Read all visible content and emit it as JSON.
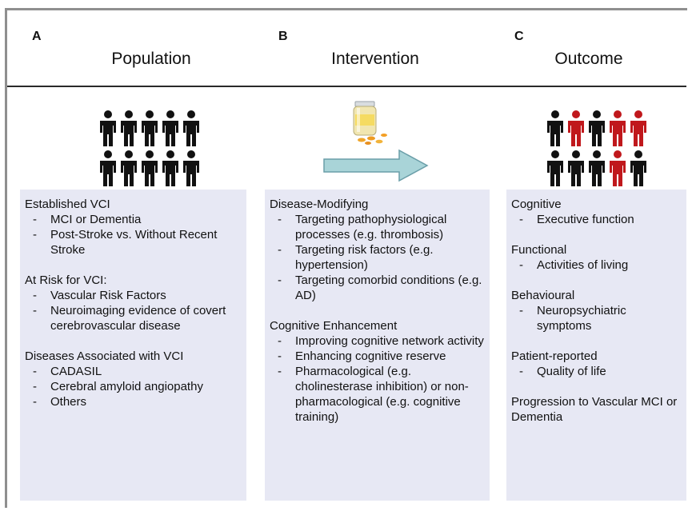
{
  "colors": {
    "person_default": "#111111",
    "person_highlight": "#c0181c",
    "arrow_fill": "#a9d4d8",
    "arrow_stroke": "#6a9ea8",
    "panel_bg": "#e7e8f4"
  },
  "icons": {
    "population": "people-group-icon",
    "intervention_pill": "pill-bottle-icon",
    "intervention_arrow": "right-arrow-icon",
    "outcome": "people-group-icon"
  },
  "columns": [
    {
      "letter": "A",
      "title": "Population",
      "people_highlight": [
        false,
        false,
        false,
        false,
        false,
        false,
        false,
        false,
        false,
        false
      ],
      "blocks": [
        {
          "heading": "Established VCI",
          "items": [
            "MCI or Dementia",
            "Post-Stroke vs. Without Recent Stroke"
          ]
        },
        {
          "heading": "At Risk for VCI:",
          "items": [
            "Vascular Risk Factors",
            "Neuroimaging evidence of covert cerebrovascular disease"
          ]
        },
        {
          "heading": "Diseases Associated with VCI",
          "items": [
            "CADASIL",
            "Cerebral amyloid angiopathy",
            "Others"
          ]
        }
      ]
    },
    {
      "letter": "B",
      "title": "Intervention",
      "blocks": [
        {
          "heading": "Disease-Modifying",
          "items": [
            "Targeting pathophysiological processes (e.g. thrombosis)",
            "Targeting risk factors (e.g. hypertension)",
            "Targeting comorbid conditions (e.g. AD)"
          ]
        },
        {
          "heading": "Cognitive Enhancement",
          "items": [
            "Improving cognitive network activity",
            "Enhancing cognitive reserve",
            "Pharmacological (e.g. cholinesterase inhibition) or non-pharmacological (e.g. cognitive training)"
          ]
        }
      ]
    },
    {
      "letter": "C",
      "title": "Outcome",
      "people_highlight": [
        false,
        true,
        false,
        true,
        true,
        false,
        false,
        false,
        true,
        false
      ],
      "blocks": [
        {
          "heading": "Cognitive",
          "items": [
            "Executive function"
          ]
        },
        {
          "heading": "Functional",
          "items": [
            "Activities of living"
          ]
        },
        {
          "heading": "Behavioural",
          "items": [
            "Neuropsychiatric symptoms"
          ]
        },
        {
          "heading": "Patient-reported",
          "items": [
            "Quality of life"
          ]
        },
        {
          "heading": "Progression to Vascular MCI or Dementia",
          "items": []
        }
      ]
    }
  ]
}
